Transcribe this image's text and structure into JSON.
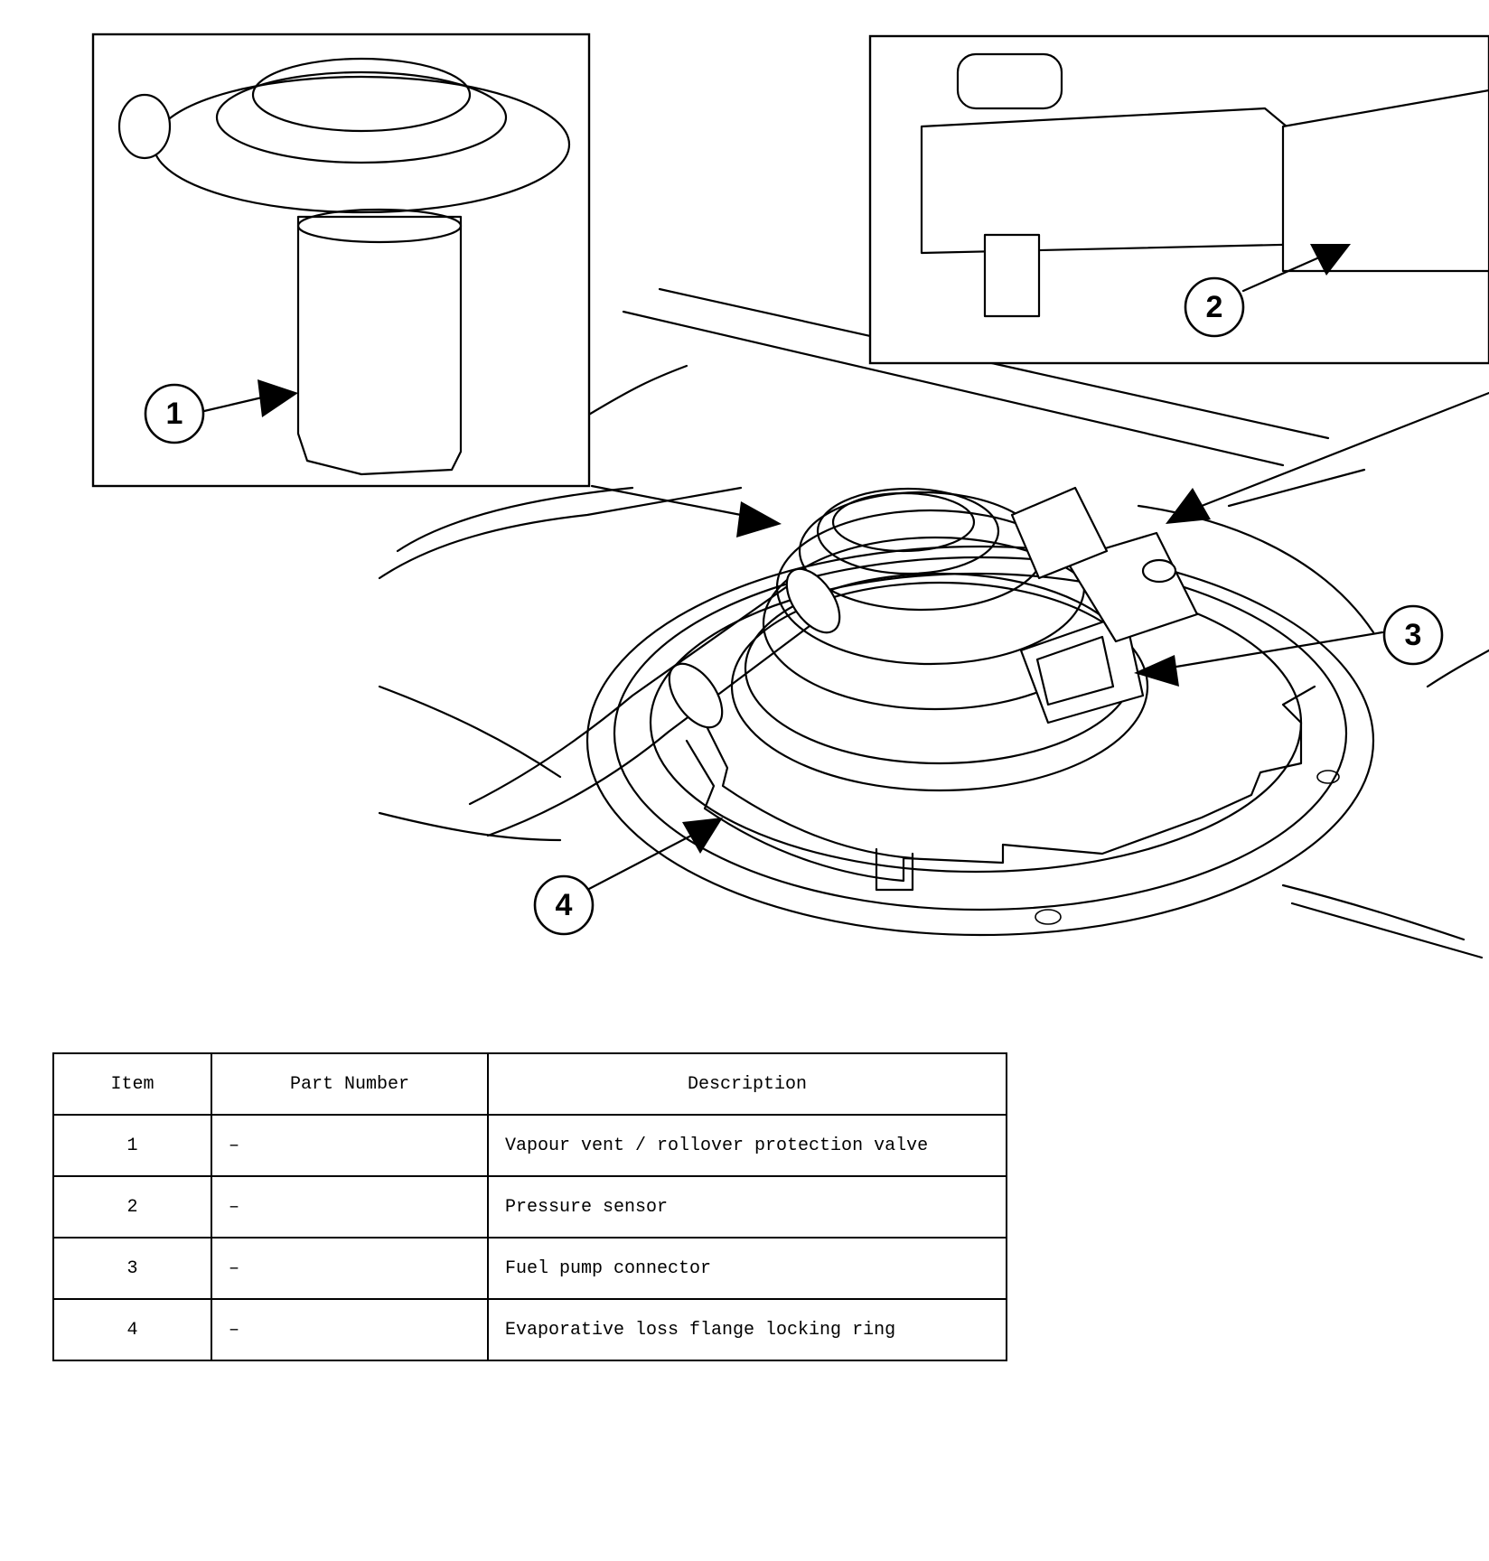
{
  "callouts": [
    "1",
    "2",
    "3",
    "4"
  ],
  "table": {
    "headers": [
      "Item",
      "Part Number",
      "Description"
    ],
    "rows": [
      {
        "item": "1",
        "part": "–",
        "desc": "Vapour vent / rollover protection valve"
      },
      {
        "item": "2",
        "part": "–",
        "desc": "Pressure sensor"
      },
      {
        "item": "3",
        "part": "–",
        "desc": "Fuel pump connector"
      },
      {
        "item": "4",
        "part": "–",
        "desc": "Evaporative loss flange locking ring"
      }
    ]
  }
}
